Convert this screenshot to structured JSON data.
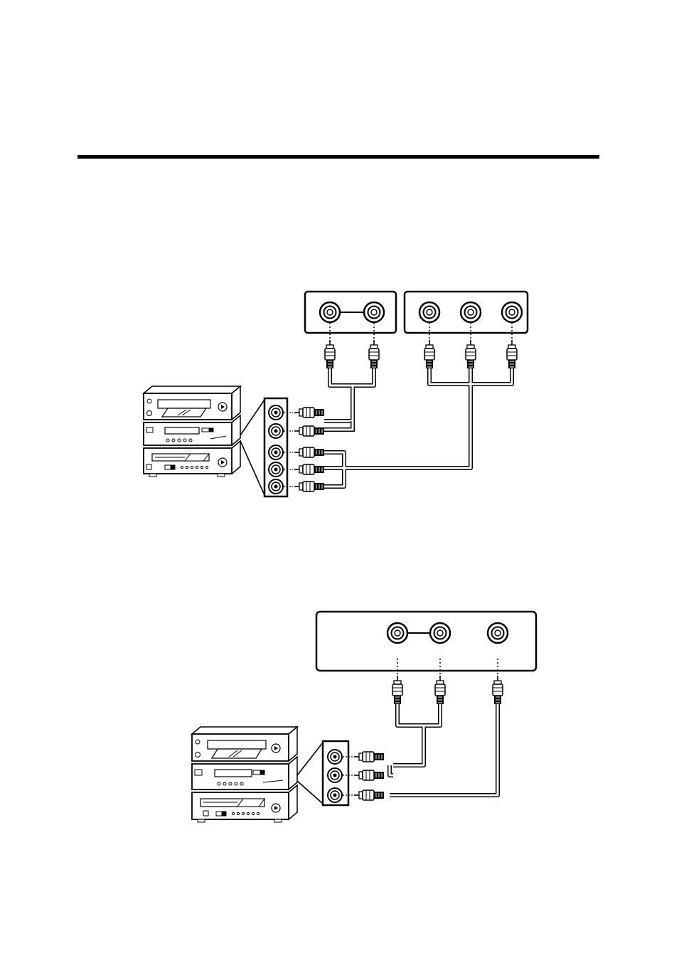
{
  "page": {
    "background": "#ffffff",
    "ink": "#000000"
  },
  "diagrams": [
    {
      "id": "component-video-connection",
      "panels": [
        {
          "id": "audio-jack-panel",
          "jacks": 2
        },
        {
          "id": "video-jack-panel",
          "jacks": 3
        }
      ],
      "source_device_stack": [
        "vcr",
        "dvd-player",
        "cassette-deck"
      ],
      "source_terminal_jacks": 5,
      "cables": [
        "stereo-audio-rca-cable",
        "three-plug-component-video-cable"
      ]
    },
    {
      "id": "composite-video-connection",
      "panels": [
        {
          "id": "av-jack-panel",
          "jacks": 3
        }
      ],
      "source_device_stack": [
        "vcr",
        "dvd-player",
        "cassette-deck"
      ],
      "source_terminal_jacks": 3,
      "cables": [
        "stereo-audio-rca-cable",
        "single-video-rca-cable"
      ]
    }
  ]
}
